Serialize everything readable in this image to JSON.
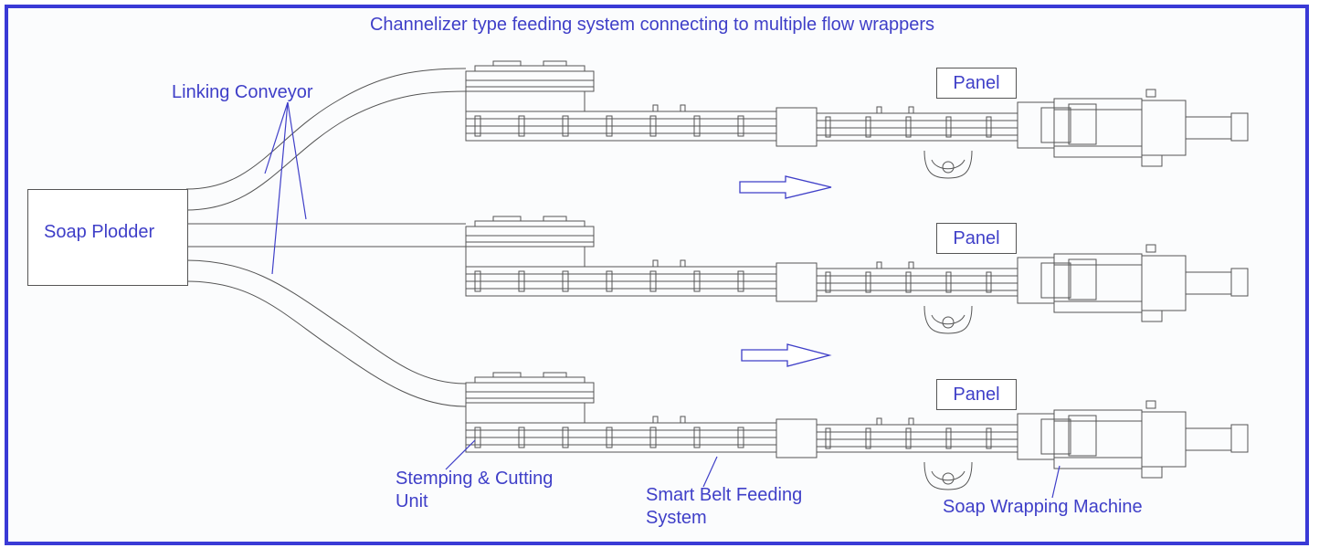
{
  "title": "Channelizer type feeding system connecting to multiple flow wrappers",
  "labels": {
    "soap_plodder": "Soap Plodder",
    "linking_conveyor": "Linking Conveyor",
    "stamping_line1": "Stemping & Cutting",
    "stamping_line2": "Unit",
    "smart_belt_line1": "Smart Belt Feeding",
    "smart_belt_line2": "System",
    "wrapping_machine": "Soap Wrapping Machine",
    "panel": "Panel"
  },
  "colors": {
    "accent": "#3f3fc8",
    "border": "#3a3ad6",
    "line": "#555555"
  }
}
